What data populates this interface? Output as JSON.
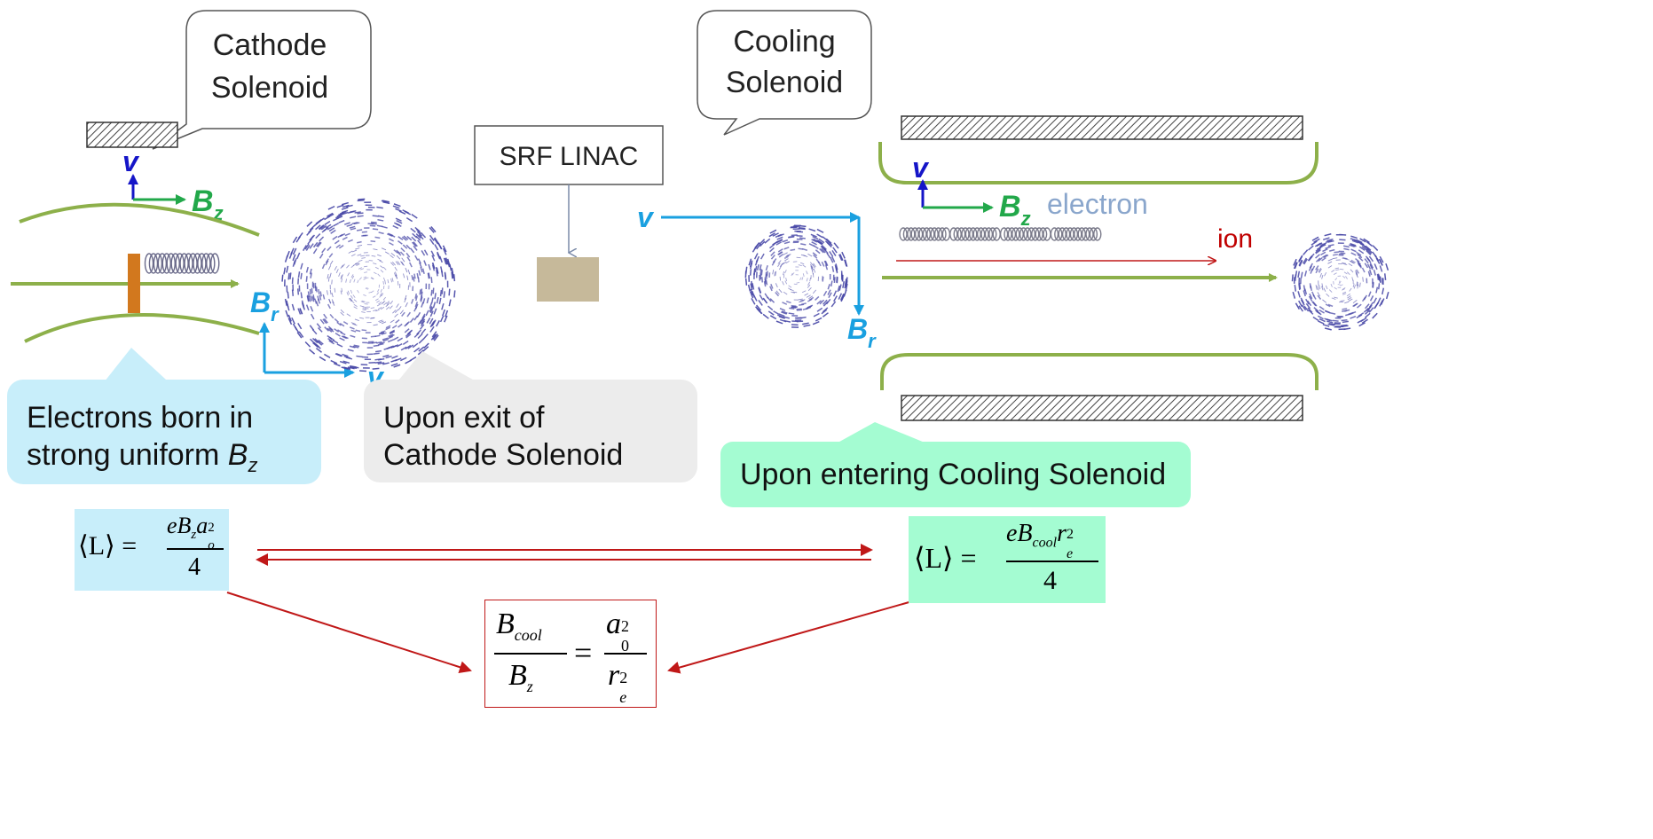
{
  "callouts": {
    "cathode_solenoid": [
      "Cathode",
      "Solenoid"
    ],
    "cooling_solenoid": [
      "Cooling",
      "Solenoid"
    ],
    "srf_linac": "SRF LINAC"
  },
  "labels": {
    "v": "v",
    "B": "B",
    "z": "z",
    "r": "r",
    "electron": "electron",
    "ion": "ion"
  },
  "notes": {
    "electrons_born": [
      "Electrons born in",
      "strong uniform "
    ],
    "electrons_born_sym": "B",
    "electrons_born_sub": "z",
    "upon_exit": [
      "Upon exit of",
      "Cathode Solenoid"
    ],
    "upon_entering": "Upon entering Cooling Solenoid"
  },
  "equations": {
    "left": {
      "lhs": "⟨L⟩ =",
      "num": "eB",
      "num_sub": "z",
      "num_var": "a",
      "num_var_sub": "o",
      "num_var_sup": "2",
      "den": "4"
    },
    "right": {
      "lhs": "⟨L⟩ =",
      "num": "eB",
      "num_sub": "cool",
      "num_var": "r",
      "num_var_sub": "e",
      "num_var_sup": "2",
      "den": "4"
    },
    "result": {
      "lhs_num": "B",
      "lhs_num_sub": "cool",
      "lhs_den": "B",
      "lhs_den_sub": "z",
      "eq": "=",
      "rhs_num": "a",
      "rhs_num_sub": "0",
      "rhs_num_sup": "2",
      "rhs_den": "r",
      "rhs_den_sub": "e",
      "rhs_den_sup": "2"
    }
  },
  "colors": {
    "field_green": "#8db04a",
    "bz_green": "#22a84a",
    "v_blue": "#1515c8",
    "br_cyan": "#1aa0e0",
    "arrow_red": "#c01818",
    "ion_red": "#c00000",
    "electron_text": "#8aa6cc",
    "cathode_note_bg": "#c8eefa",
    "exit_note_bg": "#ececec",
    "entering_note_bg": "#a4fcd2",
    "left_eq_bg": "#c8eefa",
    "right_eq_bg": "#a4fcd2",
    "coil_tan": "#c6b99a"
  }
}
